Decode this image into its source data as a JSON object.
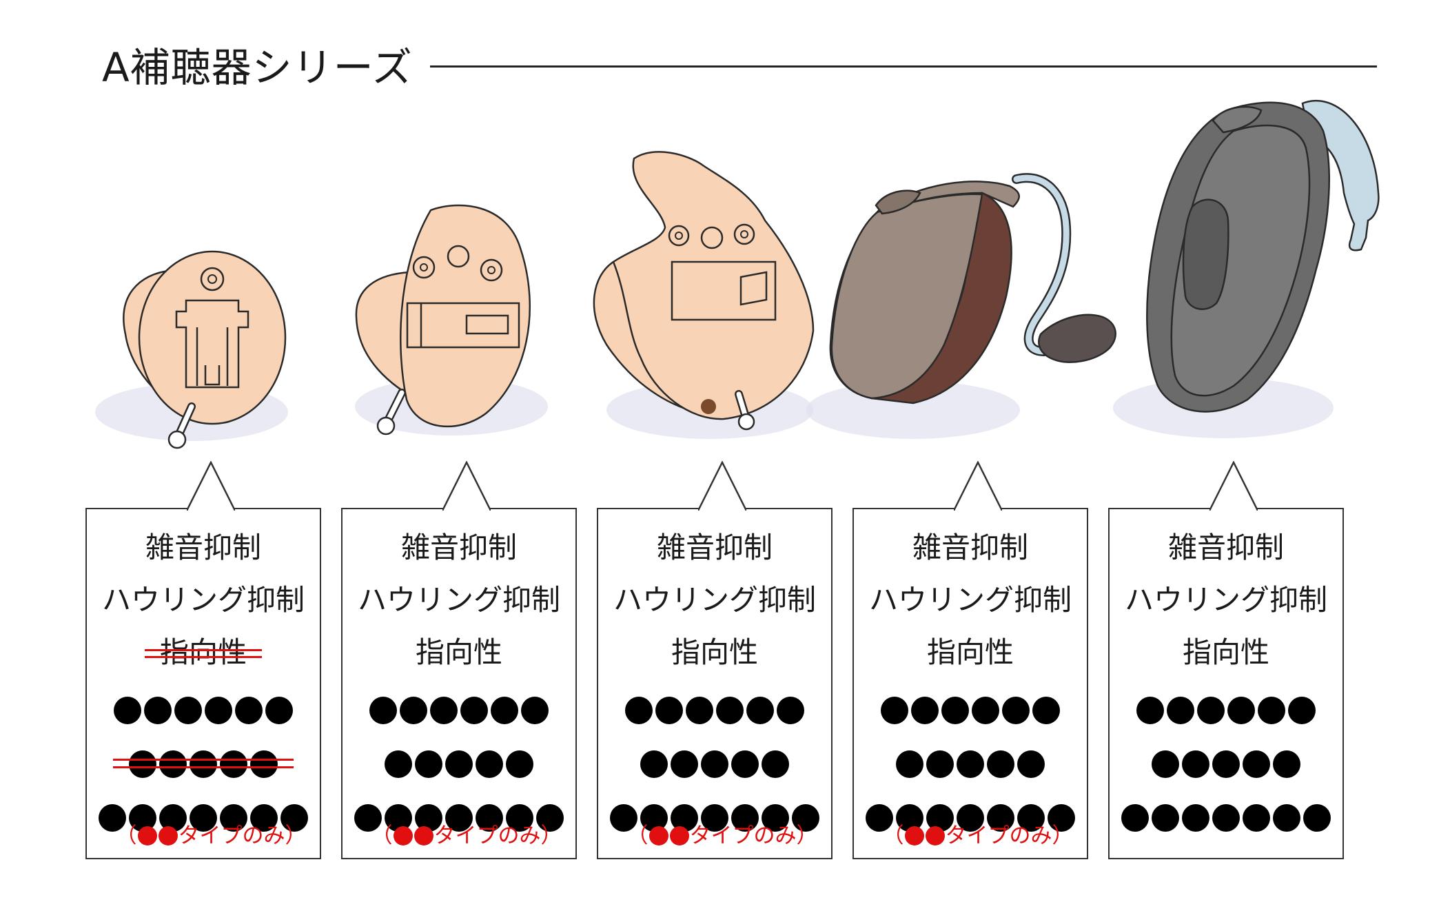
{
  "title": "A補聴器シリーズ",
  "colors": {
    "skin": "#f9d3b5",
    "outline": "#2a2a2a",
    "strike_red": "#e01010",
    "ric_body": "#9c8b80",
    "ric_spine": "#6b4036",
    "bte_body": "#6b6b6b",
    "hook": "#c6dbe6"
  },
  "devices": [
    {
      "icon": "cic-hearing-aid-icon"
    },
    {
      "icon": "itc-hearing-aid-icon"
    },
    {
      "icon": "ite-hearing-aid-icon"
    },
    {
      "icon": "ric-hearing-aid-icon"
    },
    {
      "icon": "bte-hearing-aid-icon"
    }
  ],
  "cards": [
    {
      "features": [
        {
          "label": "雑音抑制",
          "struck": false
        },
        {
          "label": "ハウリング抑制",
          "struck": false
        },
        {
          "label": "指向性",
          "struck": true
        }
      ],
      "masked_rows": [
        {
          "dots": 6,
          "struck": false
        },
        {
          "dots": 5,
          "struck": true
        },
        {
          "dots": 7,
          "struck": false
        }
      ],
      "note": {
        "prefix": "（",
        "dots": 2,
        "text": "タイプのみ）"
      }
    },
    {
      "features": [
        {
          "label": "雑音抑制",
          "struck": false
        },
        {
          "label": "ハウリング抑制",
          "struck": false
        },
        {
          "label": "指向性",
          "struck": false
        }
      ],
      "masked_rows": [
        {
          "dots": 6,
          "struck": false
        },
        {
          "dots": 5,
          "struck": false
        },
        {
          "dots": 7,
          "struck": false
        }
      ],
      "note": {
        "prefix": "（",
        "dots": 2,
        "text": "タイプのみ）"
      }
    },
    {
      "features": [
        {
          "label": "雑音抑制",
          "struck": false
        },
        {
          "label": "ハウリング抑制",
          "struck": false
        },
        {
          "label": "指向性",
          "struck": false
        }
      ],
      "masked_rows": [
        {
          "dots": 6,
          "struck": false
        },
        {
          "dots": 5,
          "struck": false
        },
        {
          "dots": 7,
          "struck": false
        }
      ],
      "note": {
        "prefix": "（",
        "dots": 2,
        "text": "タイプのみ）"
      }
    },
    {
      "features": [
        {
          "label": "雑音抑制",
          "struck": false
        },
        {
          "label": "ハウリング抑制",
          "struck": false
        },
        {
          "label": "指向性",
          "struck": false
        }
      ],
      "masked_rows": [
        {
          "dots": 6,
          "struck": false
        },
        {
          "dots": 5,
          "struck": false
        },
        {
          "dots": 7,
          "struck": false
        }
      ],
      "note": {
        "prefix": "（",
        "dots": 2,
        "text": "タイプのみ）"
      }
    },
    {
      "features": [
        {
          "label": "雑音抑制",
          "struck": false
        },
        {
          "label": "ハウリング抑制",
          "struck": false
        },
        {
          "label": "指向性",
          "struck": false
        }
      ],
      "masked_rows": [
        {
          "dots": 6,
          "struck": false
        },
        {
          "dots": 5,
          "struck": false
        },
        {
          "dots": 7,
          "struck": false
        }
      ]
    }
  ]
}
